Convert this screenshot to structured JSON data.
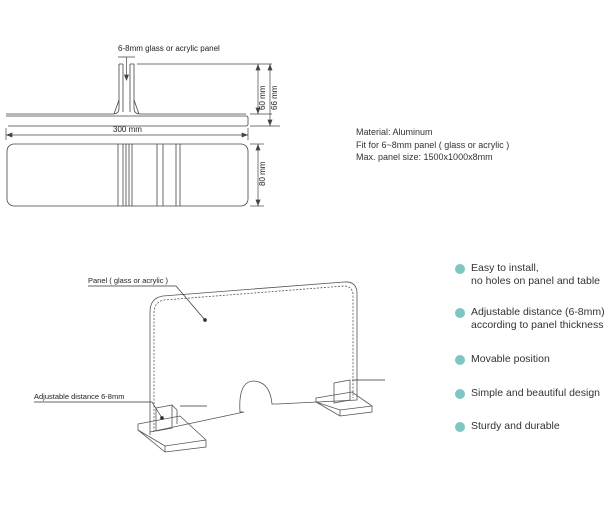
{
  "top_view": {
    "panel_label": "6-8mm glass or acrylic panel",
    "width_label": "300 mm",
    "height_60": "60 mm",
    "height_66": "66 mm",
    "depth_80": "80 mm"
  },
  "specs": {
    "material": "Material: Aluminum",
    "fit": "Fit for 6~8mm panel ( glass or acrylic )",
    "max_size": "Max. panel size: 1500x1000x8mm"
  },
  "illustration": {
    "panel_callout": "Panel ( glass or acrylic )",
    "adjust_callout": "Adjustable distance 6-8mm"
  },
  "features": [
    {
      "line1": "Easy to install,",
      "line2": "no holes on panel and table"
    },
    {
      "line1": "Adjustable distance (6-8mm)",
      "line2": "according to panel thickness"
    },
    {
      "line1": "Movable position",
      "line2": ""
    },
    {
      "line1": "Simple and beautiful design",
      "line2": ""
    },
    {
      "line1": "Sturdy and durable",
      "line2": ""
    }
  ],
  "colors": {
    "bullet": "#7fc6c2",
    "line": "#444444"
  }
}
